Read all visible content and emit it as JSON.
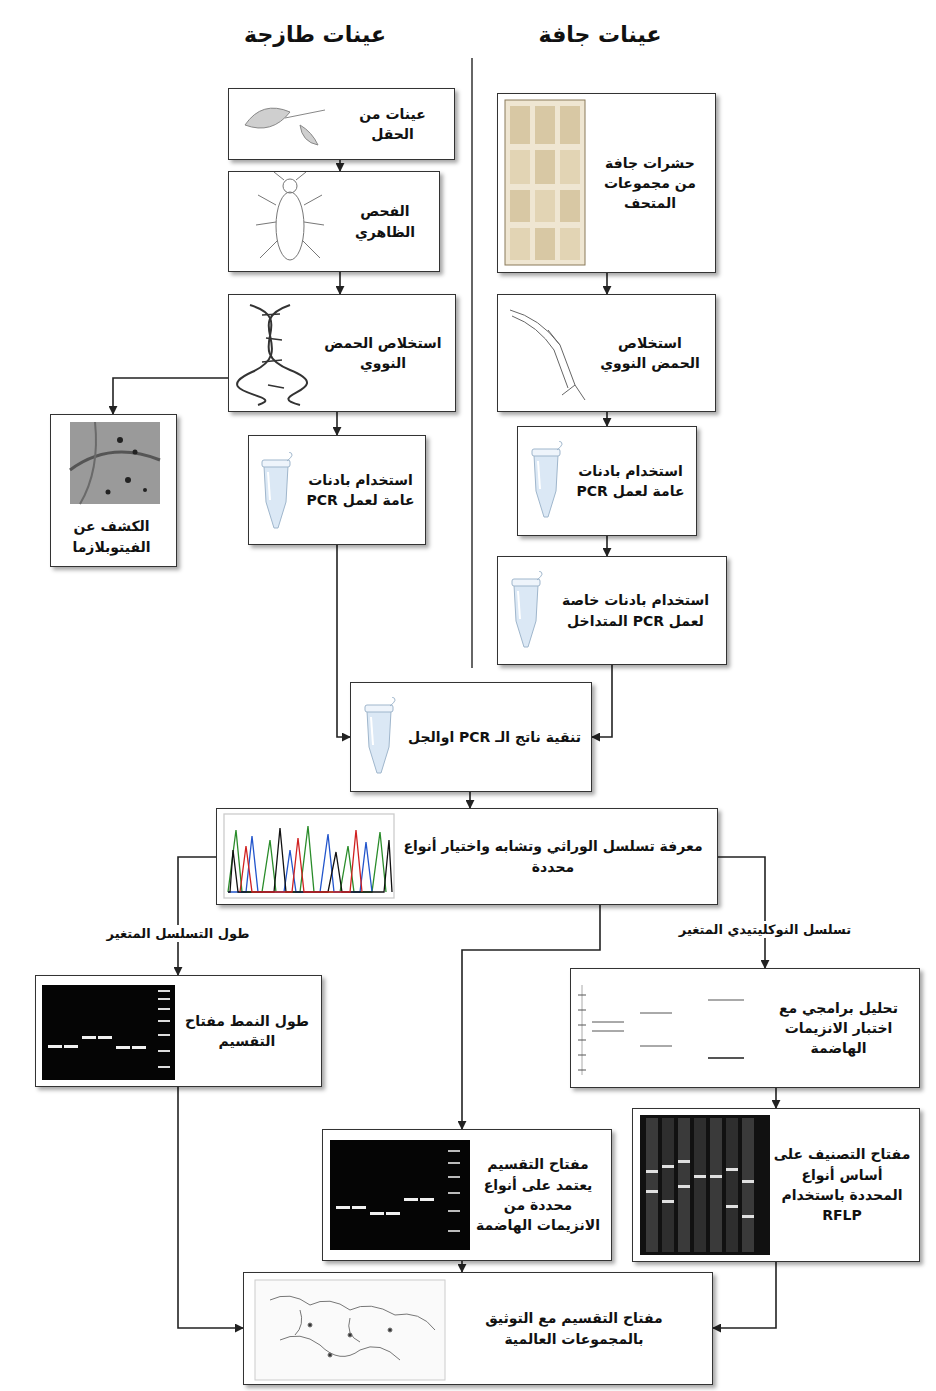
{
  "diagram": {
    "nodes": [
      {
        "text": [
          "عينات من الحقل"
        ]
      },
      {
        "text": [
          "الفحص الظاهري"
        ]
      },
      {
        "text": [
          "استخلاص الحمض النووي"
        ]
      },
      {
        "text": [
          "الكشف عن الفيتوبلازما"
        ]
      },
      {
        "text": [
          "استخدام بادنات عامة لعمل PCR"
        ]
      },
      {
        "text": [
          "حشرات جافة من مجموعات المتحف"
        ]
      },
      {
        "text": [
          "استخلاص الحمض النووي"
        ]
      },
      {
        "text": [
          "استخدام بادنات عامة لعمل PCR"
        ]
      },
      {
        "text": [
          "استخدام بادنات خاصة لعمل PCR المتداخل"
        ]
      },
      {
        "text": [
          "تنقية ناتج الـ PCR اوالجل"
        ]
      },
      {
        "text": [
          "معرفة تسلسل الوراثي وتشابه واختيار أنواع محددة"
        ]
      },
      {
        "text": [
          "طول النمط مفتاح التقسيم"
        ]
      },
      {
        "text": [
          "تحليل برامجي مع اختبار الانزيمات الهاضمة"
        ]
      },
      {
        "text": [
          "مفتاح التقسيم يعتمد على أنواع محددة من الانزيمات الهاضمة"
        ]
      },
      {
        "text": [
          "مفتاح التصنيف على أساس أنواع المحددة باستخدام RFLP"
        ]
      },
      {
        "text": [
          "مفتاح التقسيم مع التوثيق بالمجموعات العالمية"
        ]
      }
    ],
    "edges": [
      {
        "from": 0,
        "to": 1,
        "arrow": "to"
      },
      {
        "from": 1,
        "to": 2,
        "arrow": "to"
      },
      {
        "from": 2,
        "to": 3,
        "arrow": "to"
      },
      {
        "from": 2,
        "to": 4,
        "arrow": "to"
      },
      {
        "from": 4,
        "to": 9,
        "arrow": "to"
      },
      {
        "from": 5,
        "to": 6,
        "arrow": "to"
      },
      {
        "from": 6,
        "to": 7,
        "arrow": "to"
      },
      {
        "from": 7,
        "to": 8,
        "arrow": "to"
      },
      {
        "from": 8,
        "to": 9,
        "arrow": "to"
      },
      {
        "from": 9,
        "to": 10,
        "arrow": "to"
      },
      {
        "from": 10,
        "to": 11,
        "label": "طول التسلسل المتغير",
        "arrow": "to"
      },
      {
        "from": 10,
        "to": 12,
        "label": "تسلسل النوكليتيدي المتغير",
        "arrow": "to"
      },
      {
        "from": 10,
        "to": 13,
        "arrow": "to"
      },
      {
        "from": 12,
        "to": 14,
        "arrow": "to"
      },
      {
        "from": 11,
        "to": 15,
        "arrow": "to"
      },
      {
        "from": 13,
        "to": 15,
        "arrow": "to"
      },
      {
        "from": 14,
        "to": 15,
        "arrow": "to"
      }
    ],
    "labels": [
      "عينات طازجة",
      "عينات جافة"
    ]
  }
}
